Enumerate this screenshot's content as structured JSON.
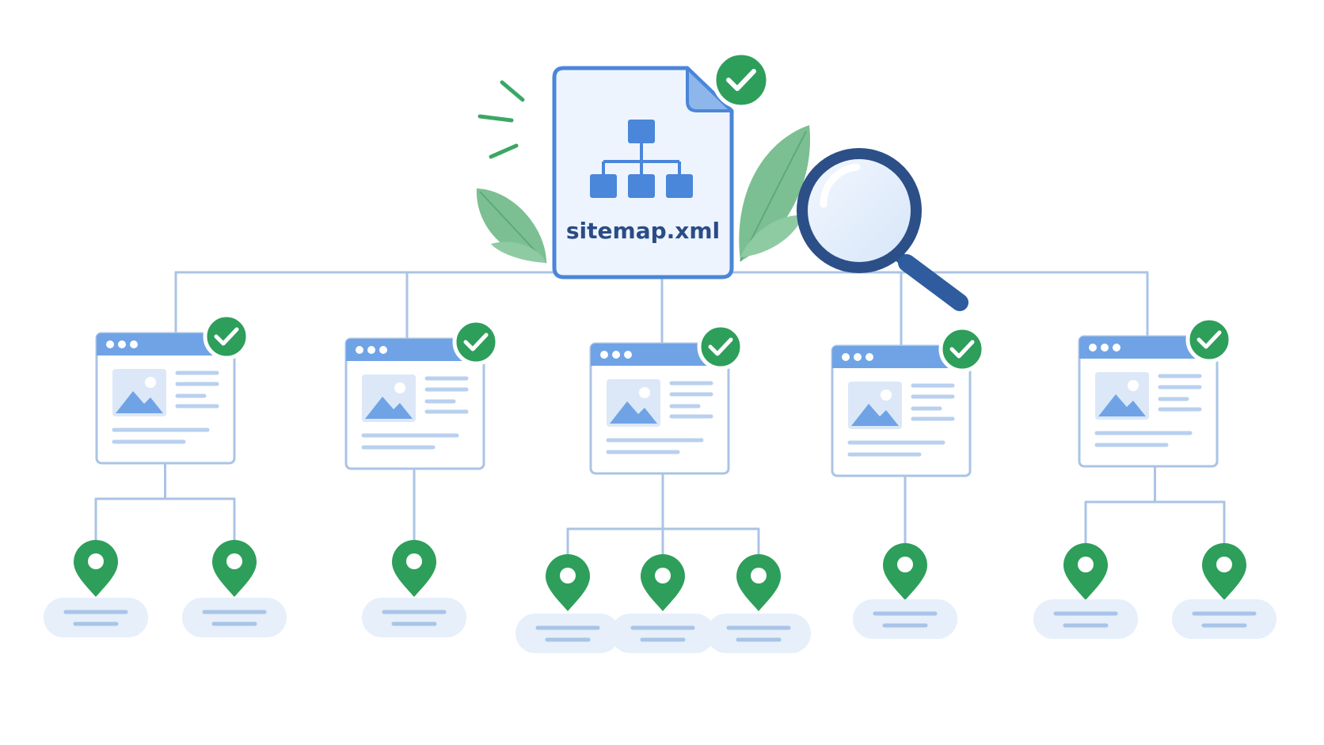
{
  "sitemap": {
    "filename": "sitemap.xml",
    "verified": true,
    "icon": "sitemap-hierarchy-icon"
  },
  "magnifier": {
    "icon": "magnifying-glass-icon"
  },
  "pages": [
    {
      "verified": true,
      "leaf_count": 2
    },
    {
      "verified": true,
      "leaf_count": 1
    },
    {
      "verified": true,
      "leaf_count": 3
    },
    {
      "verified": true,
      "leaf_count": 1
    },
    {
      "verified": true,
      "leaf_count": 2
    }
  ],
  "leaf_icon": "location-pin-icon",
  "check_icon": "check-circle-icon",
  "colors": {
    "blue_primary": "#4A86D9",
    "blue_dark": "#2E5C9E",
    "blue_light": "#E8F1FC",
    "blue_header": "#6FA3E6",
    "connector": "#AAC4E4",
    "green": "#2E9E5B",
    "leaf_green": "#7CBF92",
    "pill": "#E6EFFA",
    "pill_line": "#A9C4E8"
  }
}
